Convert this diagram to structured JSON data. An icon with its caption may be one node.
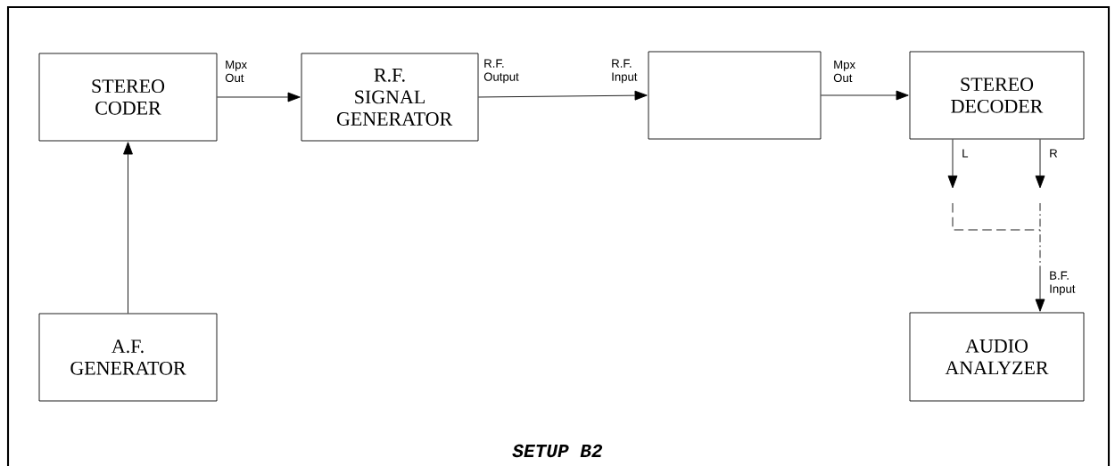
{
  "diagram": {
    "caption": "SETUP B2",
    "nodes": [
      {
        "text": [
          "STEREO CODER"
        ]
      },
      {
        "text": [
          "R.F. SIGNAL GENERATOR"
        ]
      },
      {
        "text": [],
        "shape": "box"
      },
      {
        "text": [
          "STEREO DECODER"
        ]
      },
      {
        "text": [
          "A.F. GENERATOR"
        ]
      },
      {
        "text": [
          "AUDIO ANALYZER"
        ]
      }
    ],
    "edges": [
      {
        "from": 0,
        "to": 1,
        "arrow": "to"
      },
      {
        "from": 1,
        "to": 2,
        "arrow": "to"
      },
      {
        "from": 2,
        "to": 3,
        "arrow": "to"
      },
      {
        "from": 4,
        "to": 0,
        "arrow": "to"
      },
      {
        "from": 3,
        "to": null,
        "arrow": "to"
      },
      {
        "from": 3,
        "to": null,
        "arrow": "to"
      },
      {
        "from": null,
        "to": 5,
        "arrow": "to"
      }
    ],
    "labels": [
      "Mpx Out",
      "R.F. Output",
      "R.F. Input",
      "Mpx Out",
      "L",
      "R",
      "B.F. Input"
    ]
  }
}
